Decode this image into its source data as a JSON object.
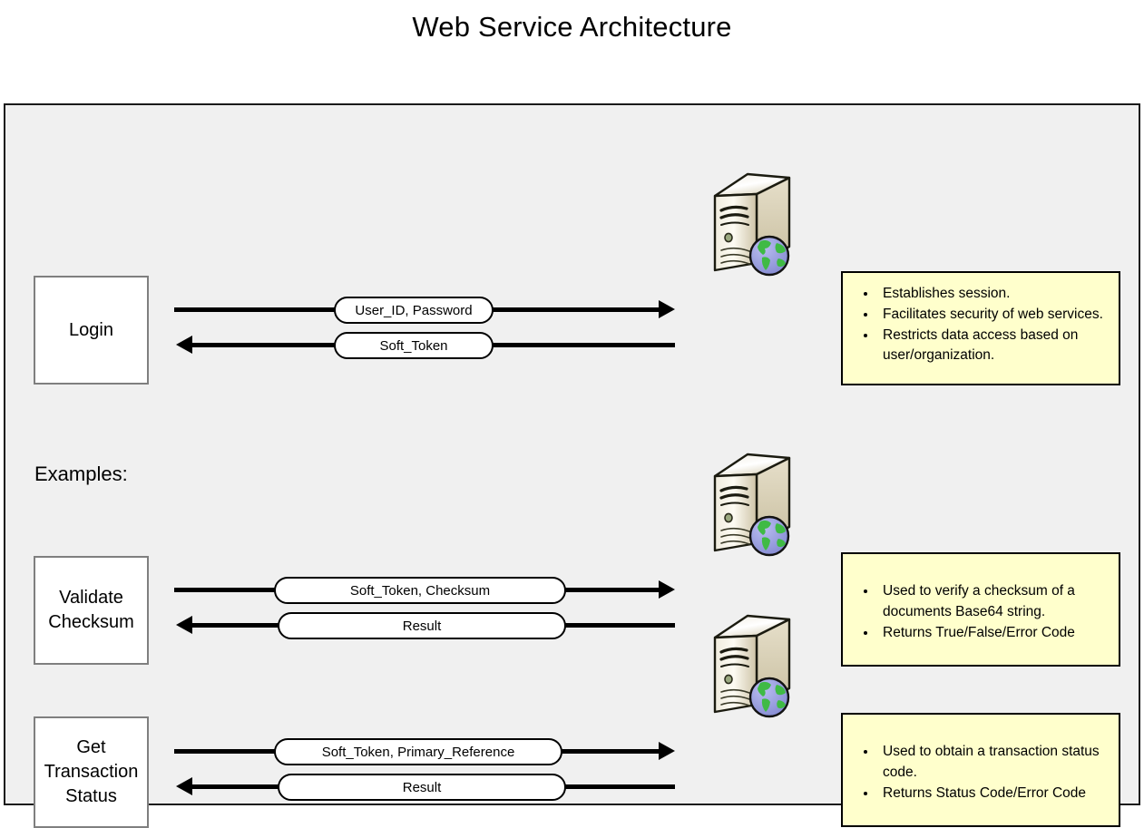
{
  "title": "Web Service Architecture",
  "examples_label": "Examples:",
  "colors": {
    "panel_background": "#f0f0f0",
    "panel_border": "#1a1a1a",
    "service_box_fill": "#ffffff",
    "service_box_border": "#7f7f7f",
    "note_fill": "#ffffcc",
    "note_border": "#000000",
    "arrow": "#000000",
    "server_body": "#d8d0b8",
    "globe_land": "#4caf50",
    "globe_water": "#8f96dd"
  },
  "rows": [
    {
      "name": "login",
      "service_label": "Login",
      "request_label": "User_ID, Password",
      "response_label": "Soft_Token",
      "server_icon": "server-globe-icon",
      "notes": [
        "Establishes session.",
        "Facilitates security of web services.",
        "Restricts data access based on user/organization."
      ]
    },
    {
      "name": "validate-checksum",
      "service_label": "Validate Checksum",
      "request_label": "Soft_Token, Checksum",
      "response_label": "Result",
      "server_icon": "server-globe-icon",
      "notes": [
        "Used to verify a checksum of a documents Base64 string.",
        "Returns True/False/Error Code"
      ]
    },
    {
      "name": "get-transaction-status",
      "service_label": "Get Transaction Status",
      "request_label": "Soft_Token, Primary_Reference",
      "response_label": "Result",
      "server_icon": "server-globe-icon",
      "notes": [
        "Used to obtain a transaction status code.",
        "Returns Status Code/Error Code"
      ]
    }
  ]
}
